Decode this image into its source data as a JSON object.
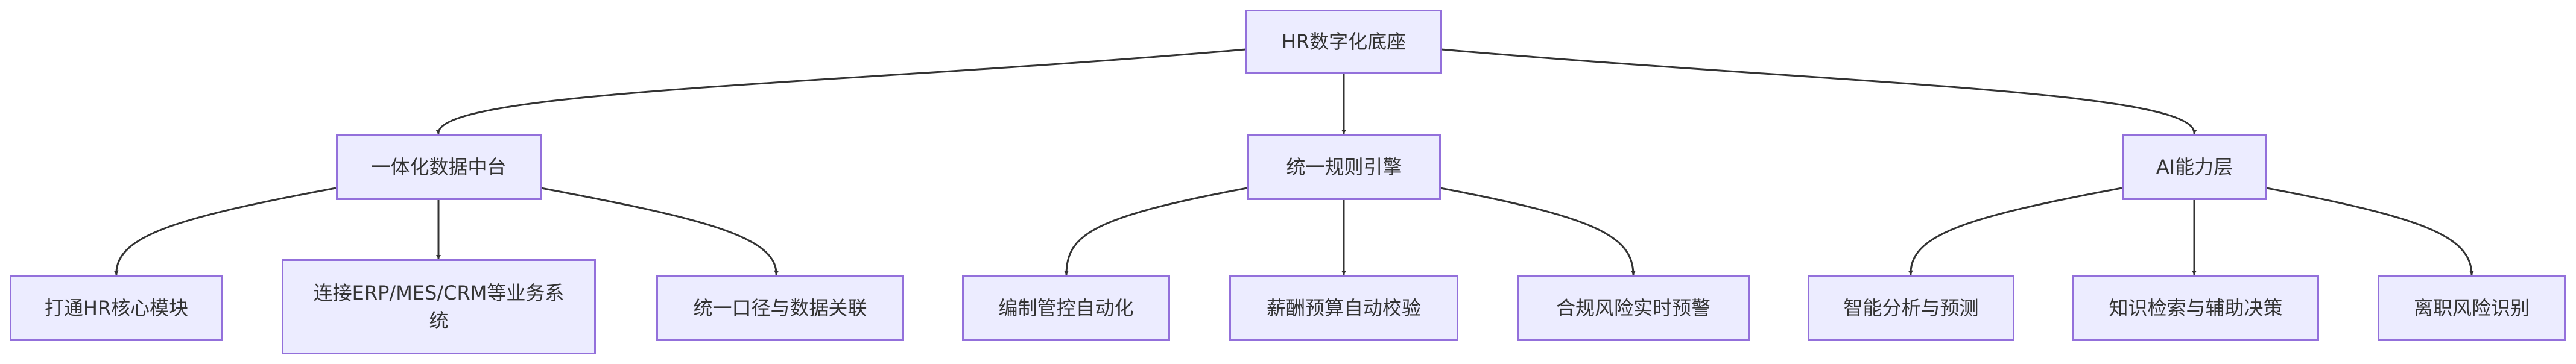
{
  "diagram": {
    "root": {
      "id": "root",
      "label": "HR数字化底座"
    },
    "branches": [
      {
        "id": "b1",
        "label": "一体化数据中台",
        "children": [
          {
            "id": "b1c1",
            "label": "打通HR核心模块"
          },
          {
            "id": "b1c2",
            "label": "连接ERP/MES/CRM等业务系统"
          },
          {
            "id": "b1c3",
            "label": "统一口径与数据关联"
          }
        ]
      },
      {
        "id": "b2",
        "label": "统一规则引擎",
        "children": [
          {
            "id": "b2c1",
            "label": "编制管控自动化"
          },
          {
            "id": "b2c2",
            "label": "薪酬预算自动校验"
          },
          {
            "id": "b2c3",
            "label": "合规风险实时预警"
          }
        ]
      },
      {
        "id": "b3",
        "label": "AI能力层",
        "children": [
          {
            "id": "b3c1",
            "label": "智能分析与预测"
          },
          {
            "id": "b3c2",
            "label": "知识检索与辅助决策"
          },
          {
            "id": "b3c3",
            "label": "离职风险识别"
          }
        ]
      }
    ],
    "colors": {
      "node_fill": "#ECECFF",
      "node_border": "#9370DB",
      "edge": "#333333",
      "text": "#333333"
    }
  }
}
